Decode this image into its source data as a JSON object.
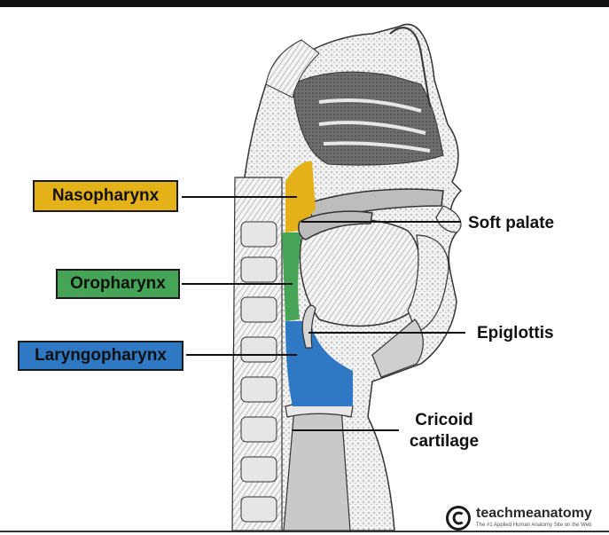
{
  "labels": {
    "nasopharynx": "Nasopharynx",
    "oropharynx": "Oropharynx",
    "laryngopharynx": "Laryngopharynx",
    "soft_palate": "Soft palate",
    "epiglottis": "Epiglottis",
    "cricoid_line1": "Cricoid",
    "cricoid_line2": "cartilage"
  },
  "region_colors": {
    "nasopharynx": "#e5b119",
    "oropharynx": "#45a455",
    "laryngopharynx": "#2f78c4"
  },
  "branding": {
    "name": "teachmeanatomy",
    "tagline": "The #1 Applied Human Anatomy Site on the Web"
  }
}
